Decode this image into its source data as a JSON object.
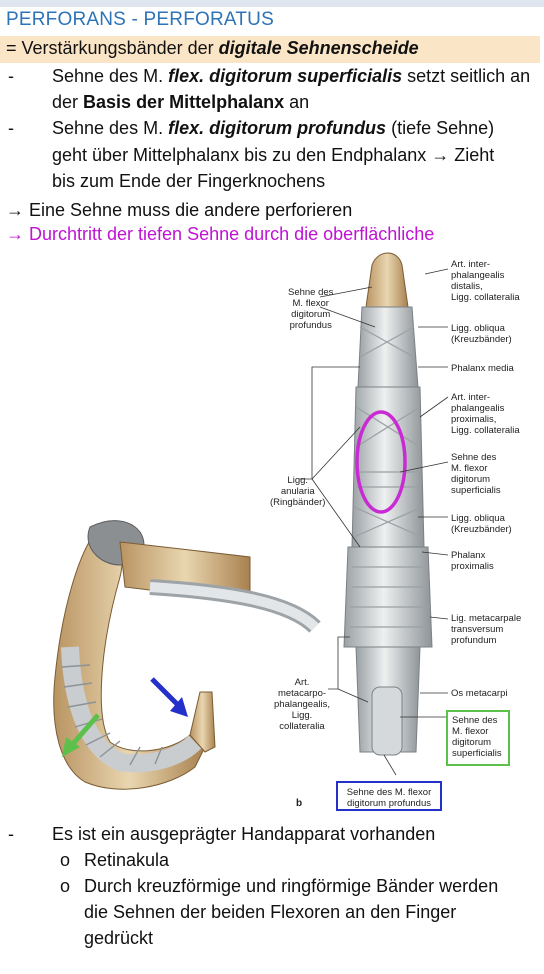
{
  "title": "PERFORANS - PERFORATUS",
  "definition": {
    "prefix": "= Verstärkungsbänder der ",
    "emph": "digitale Sehnenscheide"
  },
  "bullets": [
    {
      "l1_a": "Sehne des M. ",
      "l1_b": "flex. digitorum superficialis",
      "l1_c": " setzt seitlich an",
      "l2_a": "der ",
      "l2_b": "Basis der Mittelphalanx",
      "l2_c": " an"
    },
    {
      "l1_a": "Sehne des M. ",
      "l1_b": "flex. digitorum profundus",
      "l1_c": " (tiefe Sehne)",
      "l2": "geht über Mittelphalanx bis zu den Endphalanx → Zieht",
      "l3": "bis zum Ende der Fingerknochens"
    }
  ],
  "arrow_lines": [
    "→ Eine Sehne muss die andere perforieren",
    "→ Durchtritt der tiefen Sehne durch die oberflächliche"
  ],
  "figure": {
    "left_labels": [
      [
        "Sehne des",
        "M. flexor",
        "digitorum",
        "profundus"
      ],
      [
        "Ligg.",
        "anularia",
        "(Ringbänder)"
      ],
      [
        "Art.",
        "metacarpo-",
        "phalangealis,",
        "Ligg.",
        "collateralia"
      ]
    ],
    "right_labels": [
      [
        "Art. inter-",
        "phalangealis",
        "distalis,",
        "Ligg. collateralia"
      ],
      [
        "Ligg. obliqua",
        "(Kreuzbänder)"
      ],
      [
        "Phalanx media"
      ],
      [
        "Art. inter-",
        "phalangealis",
        "proximalis,",
        "Ligg. collateralia"
      ],
      [
        "Sehne des",
        "M. flexor",
        "digitorum",
        "superficialis"
      ],
      [
        "Ligg. obliqua",
        "(Kreuzbänder)"
      ],
      [
        "Phalanx",
        "proximalis"
      ],
      [
        "Lig. metacarpale",
        "transversum",
        "profundum"
      ],
      [
        "Os metacarpi"
      ]
    ],
    "green_box": [
      "Sehne des",
      "M. flexor",
      "digitorum",
      "superficialis"
    ],
    "blue_box": [
      "Sehne des M. flexor",
      "digitorum profundus"
    ],
    "panel_letter": "b",
    "colors": {
      "green": "#5cc14a",
      "blue": "#2330c9",
      "magenta": "#c82bd3"
    }
  },
  "bottom": {
    "main": "Es ist ein ausgeprägter Handapparat vorhanden",
    "sub_bullet": "o",
    "sub": [
      "Retinakula",
      "Durch kreuzförmige und ringförmige Bänder werden",
      "die Sehnen der beiden Flexoren an den Finger",
      "gedrückt"
    ]
  }
}
